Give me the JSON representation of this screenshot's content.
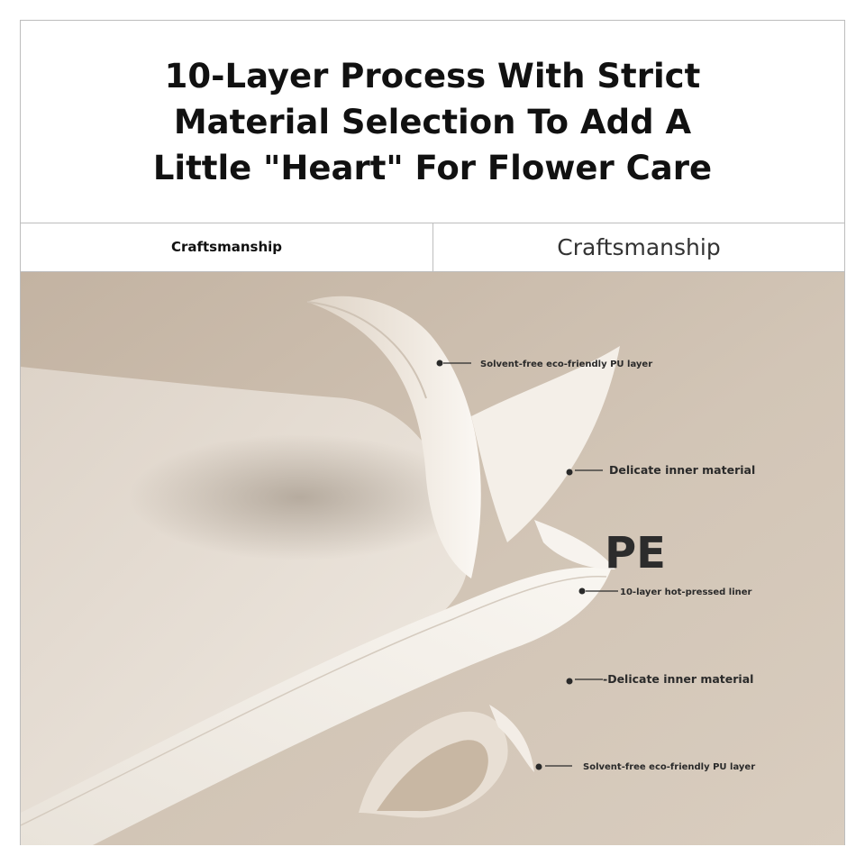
{
  "header": {
    "title": "10-Layer Process With Strict\nMaterial Selection To Add A\nLittle \"Heart\" For Flower Care"
  },
  "tabs": {
    "left_label": "Craftsmanship",
    "right_label": "Craftsmanship"
  },
  "diagram": {
    "center_label": "PE",
    "callouts": [
      "Solvent-free eco-friendly PU layer",
      "Delicate inner material",
      "10-layer hot-pressed liner",
      "-Delicate inner material",
      "Solvent-free eco-friendly PU layer"
    ]
  },
  "colors": {
    "background_taupe": "#cbbcab",
    "sheet_cream": "#efe9e1",
    "text_dark": "#111111"
  }
}
